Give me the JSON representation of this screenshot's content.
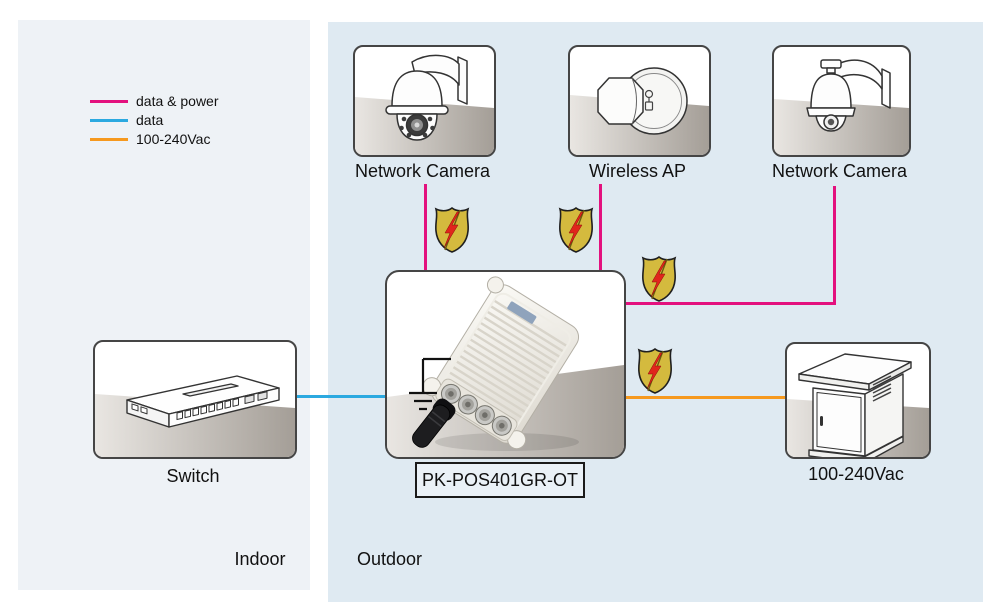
{
  "colors": {
    "data_power": "#E3117E",
    "data": "#2BA9E0",
    "ac": "#F6991E"
  },
  "legend": {
    "items": [
      {
        "label": "data & power"
      },
      {
        "label": "data"
      },
      {
        "label": "100-240Vac"
      }
    ]
  },
  "zones": {
    "indoor": "Indoor",
    "outdoor": "Outdoor"
  },
  "devices": {
    "camera_left": {
      "label": "Network Camera"
    },
    "wireless_ap": {
      "label": "Wireless AP"
    },
    "camera_right": {
      "label": "Network Camera"
    },
    "switch": {
      "label": "Switch"
    },
    "ac_power": {
      "label": "100-240Vac"
    },
    "poe_switch": {
      "label": "PK-POS401GR-OT"
    }
  }
}
